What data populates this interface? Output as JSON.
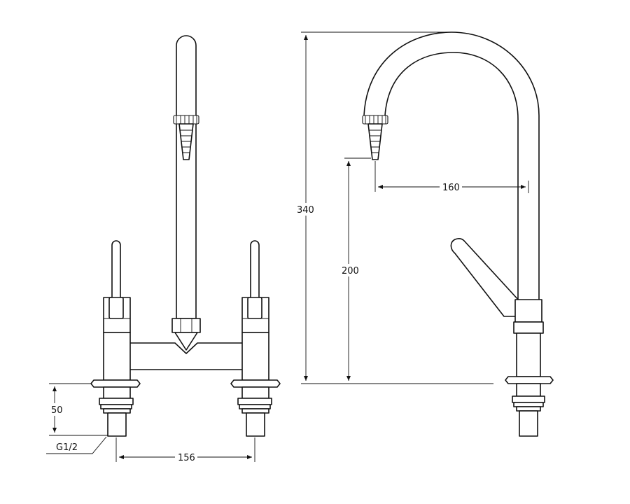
{
  "dimensions": {
    "overall_height": "340",
    "outlet_height": "200",
    "spout_reach": "160",
    "tail_length": "50",
    "inlet_spacing": "156"
  },
  "thread": "G1/2"
}
